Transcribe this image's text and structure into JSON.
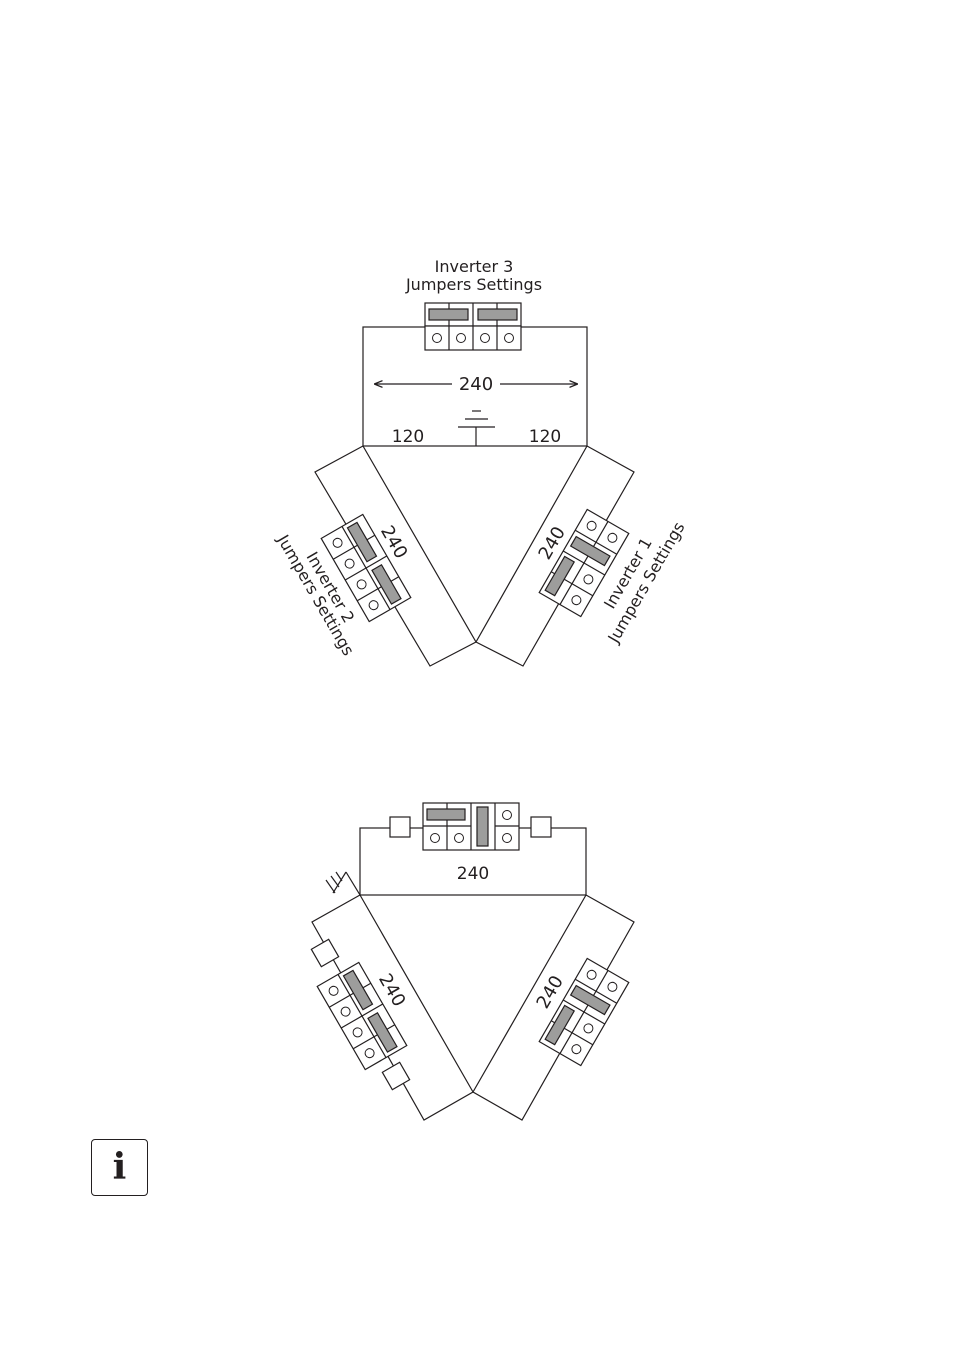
{
  "diagram_top": {
    "inverter3_label_line1": "Inverter 3",
    "inverter3_label_line2": "Jumpers Settings",
    "inverter2_label_line1": "Inverter 2",
    "inverter2_label_line2": "Jumpers Settings",
    "inverter1_label_line1": "Inverter 1",
    "inverter1_label_line2": "Jumpers Settings",
    "voltage_top": "240",
    "voltage_left": "240",
    "voltage_right": "240",
    "split_left": "120",
    "split_right": "120"
  },
  "diagram_bottom": {
    "voltage_top": "240",
    "voltage_left": "240",
    "voltage_right": "240"
  },
  "info_icon": {
    "name": "info-icon",
    "glyph": "i"
  },
  "colors": {
    "line": "#231f20",
    "jumper": "#9d9d9c"
  }
}
